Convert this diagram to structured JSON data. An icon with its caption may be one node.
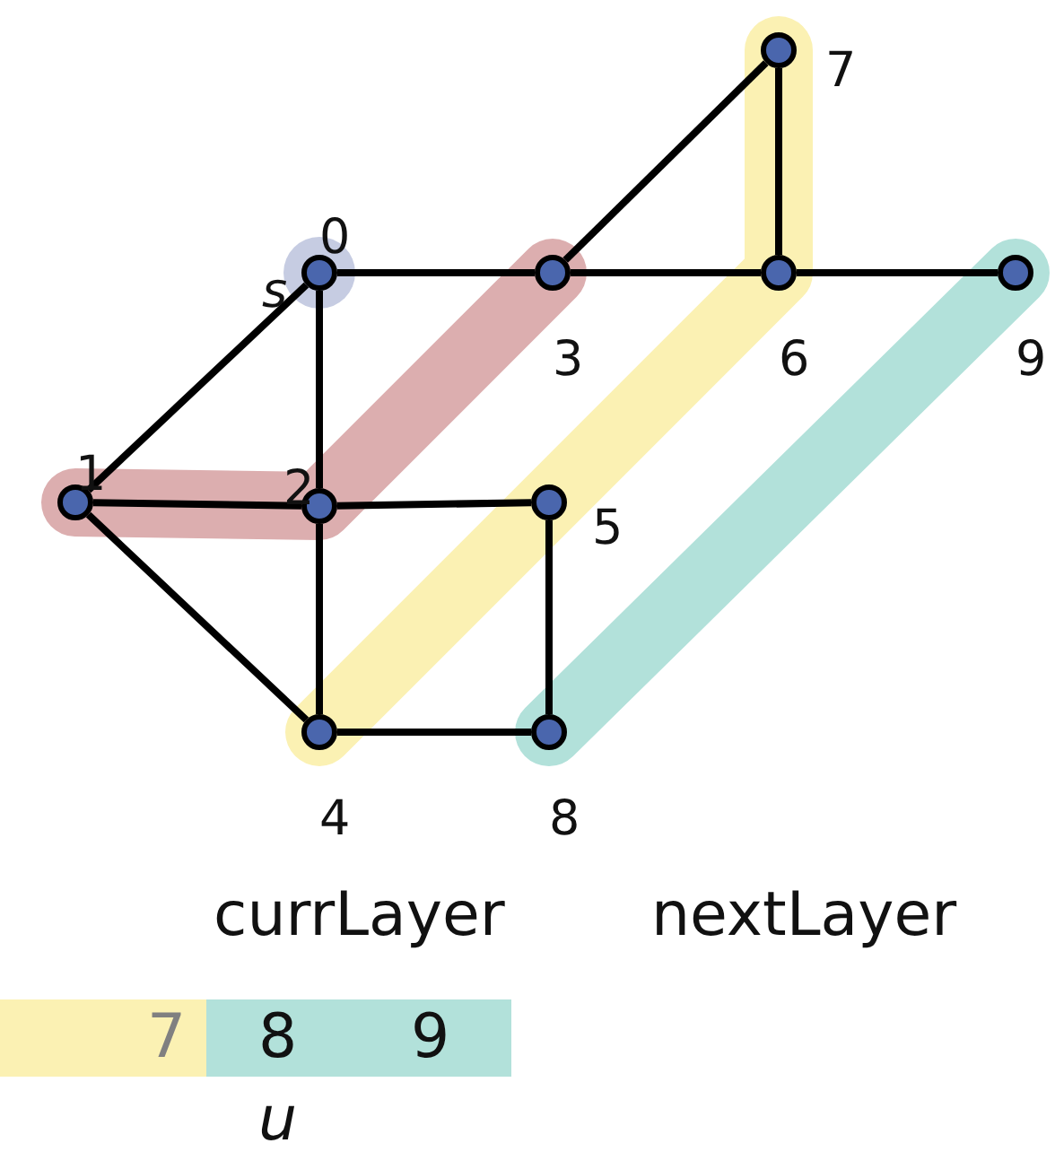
{
  "diagram": {
    "nodes": [
      {
        "text": [],
        "shape": "circle",
        "beside": [
          "s",
          "0"
        ]
      },
      {
        "text": [],
        "shape": "circle",
        "beside": [
          "1"
        ]
      },
      {
        "text": [],
        "shape": "circle",
        "beside": [
          "2"
        ]
      },
      {
        "text": [],
        "shape": "circle",
        "beside": [
          "3"
        ]
      },
      {
        "text": [],
        "shape": "circle",
        "beside": [
          "4"
        ]
      },
      {
        "text": [],
        "shape": "circle",
        "beside": [
          "5"
        ]
      },
      {
        "text": [],
        "shape": "circle",
        "beside": [
          "6"
        ]
      },
      {
        "text": [],
        "shape": "circle",
        "beside": [
          "7"
        ]
      },
      {
        "text": [],
        "shape": "circle",
        "beside": [
          "8"
        ]
      },
      {
        "text": [],
        "shape": "circle",
        "beside": [
          "9"
        ]
      }
    ],
    "edges": [
      {
        "from": 0,
        "to": 3,
        "arrow": "none"
      },
      {
        "from": 3,
        "to": 6,
        "arrow": "none"
      },
      {
        "from": 6,
        "to": 9,
        "arrow": "none"
      },
      {
        "from": 3,
        "to": 7,
        "arrow": "none"
      },
      {
        "from": 7,
        "to": 6,
        "arrow": "none"
      },
      {
        "from": 0,
        "to": 1,
        "arrow": "none"
      },
      {
        "from": 0,
        "to": 2,
        "arrow": "none"
      },
      {
        "from": 1,
        "to": 2,
        "arrow": "none"
      },
      {
        "from": 1,
        "to": 4,
        "arrow": "none"
      },
      {
        "from": 2,
        "to": 4,
        "arrow": "none"
      },
      {
        "from": 2,
        "to": 5,
        "arrow": "none"
      },
      {
        "from": 5,
        "to": 8,
        "arrow": "none"
      },
      {
        "from": 4,
        "to": 8,
        "arrow": "none"
      }
    ],
    "labels": [
      "currLayer",
      "nextLayer",
      "7",
      "8",
      "9",
      "u"
    ]
  }
}
